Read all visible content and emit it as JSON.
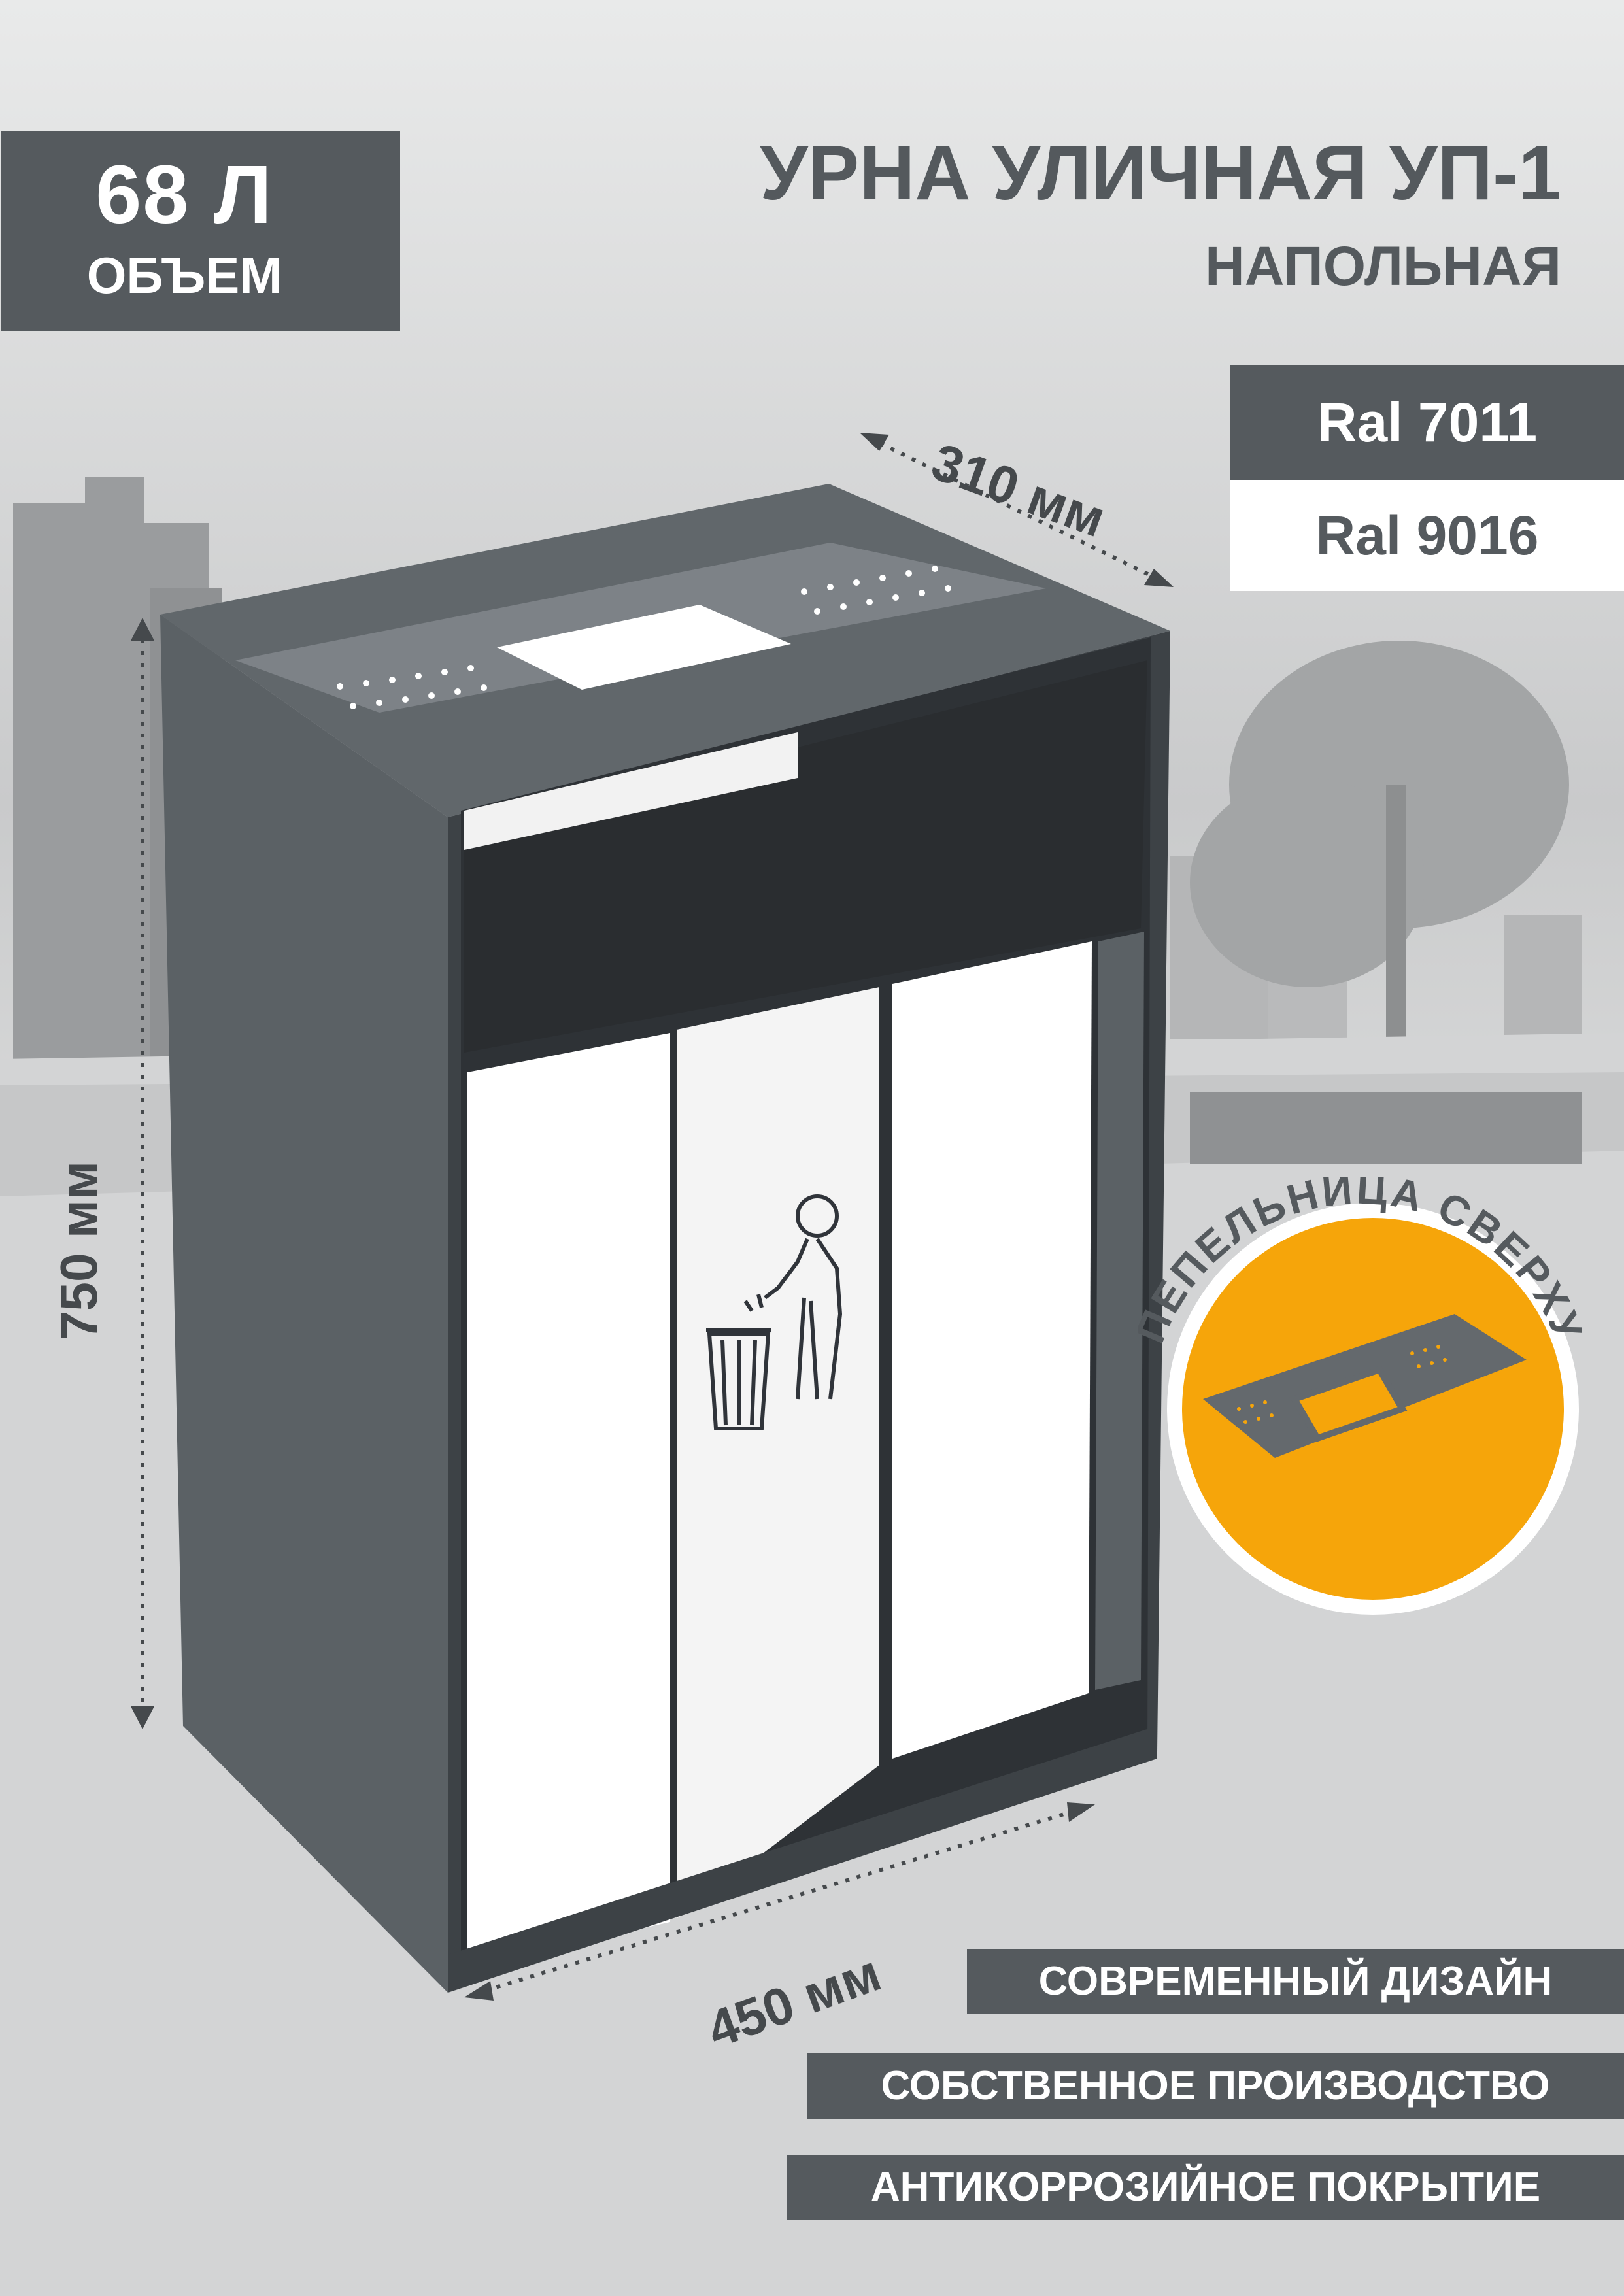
{
  "volume": {
    "value": "68 Л",
    "label": "ОБЪЕМ"
  },
  "product": {
    "title": "УРНА УЛИЧНАЯ УП-1",
    "subtitle": "НАПОЛЬНАЯ"
  },
  "colors_ral": [
    "Ral 7011",
    "Ral 9016"
  ],
  "dimensions": {
    "depth": "310 мм",
    "width": "450 мм",
    "height": "750 мм"
  },
  "ashtray_label": "ПЕПЕЛЬНИЦА СВЕРХУ",
  "features": [
    "СОВРЕМЕННЫЙ ДИЗАЙН",
    "СОБСТВЕННОЕ ПРОИЗВОДСТВО",
    "АНТИКОРРОЗИЙНОЕ ПОКРЫТИЕ"
  ],
  "palette": {
    "body": "#555a5e",
    "panel": "#ffffff",
    "accent": "#f6a50a",
    "text": "#54595d"
  }
}
